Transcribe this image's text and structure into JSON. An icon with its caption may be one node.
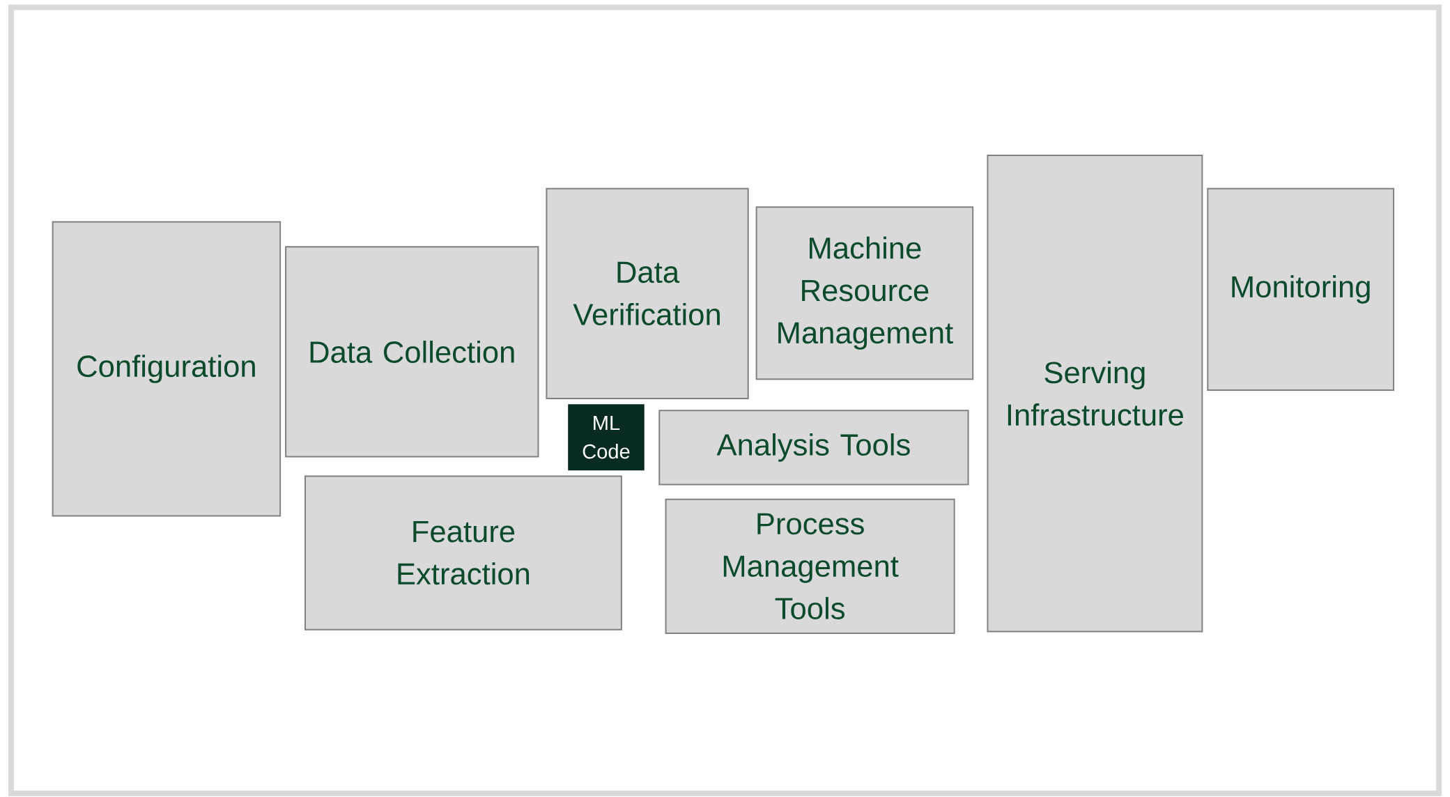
{
  "diagram": {
    "nodes": [
      {
        "text": [
          "Configuration"
        ]
      },
      {
        "text": [
          "Data Collection"
        ]
      },
      {
        "text": [
          "Data Verification"
        ]
      },
      {
        "text": [
          "Machine Resource Management"
        ]
      },
      {
        "text": [
          "Serving Infrastructure"
        ]
      },
      {
        "text": [
          "Monitoring"
        ]
      },
      {
        "text": [
          "ML Code"
        ]
      },
      {
        "text": [
          "Analysis Tools"
        ]
      },
      {
        "text": [
          "Feature Extraction"
        ]
      },
      {
        "text": [
          "Process Management Tools"
        ]
      }
    ]
  }
}
